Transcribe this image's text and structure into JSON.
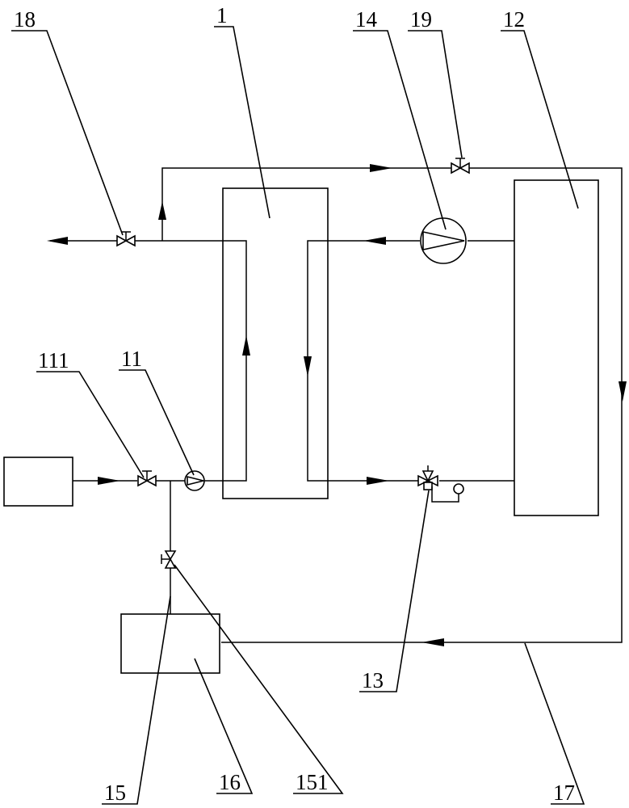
{
  "labels": {
    "l18": "18",
    "l1": "1",
    "l14": "14",
    "l19": "19",
    "l12": "12",
    "l111": "111",
    "l11": "11",
    "l13": "13",
    "l15": "15",
    "l16": "16",
    "l151": "151",
    "l17": "17"
  }
}
